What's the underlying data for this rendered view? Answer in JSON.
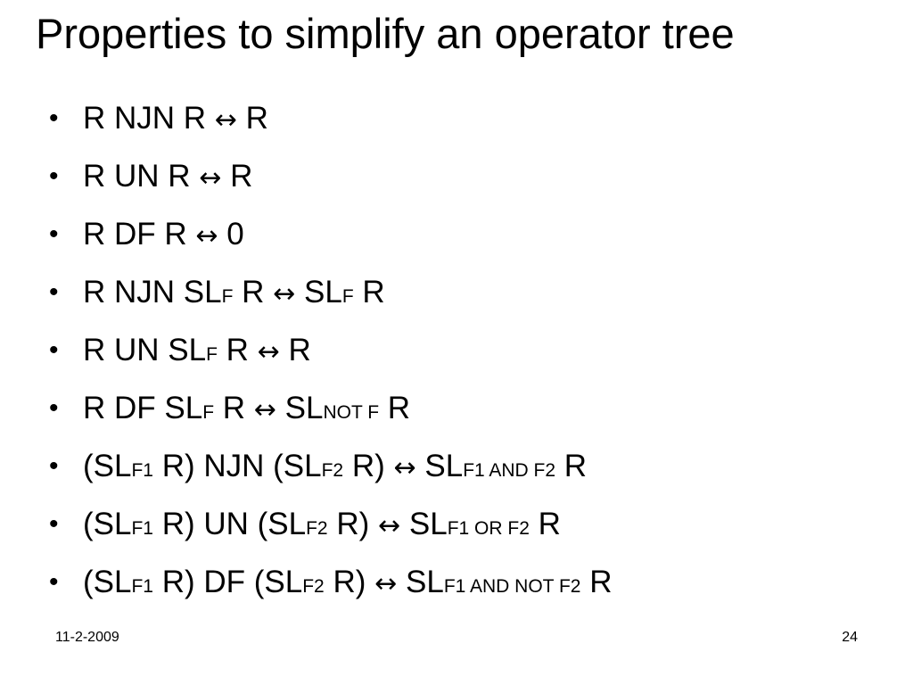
{
  "slide": {
    "title": "Properties to simplify an operator tree",
    "bullet_glyph": "•",
    "bullets": [
      [
        {
          "t": "R NJN R "
        },
        {
          "t": "↔",
          "k": "arrow"
        },
        {
          "t": " R"
        }
      ],
      [
        {
          "t": "R UN R "
        },
        {
          "t": "↔",
          "k": "arrow"
        },
        {
          "t": " R"
        }
      ],
      [
        {
          "t": "R DF R "
        },
        {
          "t": "↔",
          "k": "arrow"
        },
        {
          "t": " 0"
        }
      ],
      [
        {
          "t": "R NJN SL"
        },
        {
          "t": "F",
          "k": "sub"
        },
        {
          "t": " R "
        },
        {
          "t": "↔",
          "k": "arrow"
        },
        {
          "t": " SL"
        },
        {
          "t": "F",
          "k": "sub"
        },
        {
          "t": " R"
        }
      ],
      [
        {
          "t": "R UN SL"
        },
        {
          "t": "F",
          "k": "sub"
        },
        {
          "t": " R "
        },
        {
          "t": "↔",
          "k": "arrow"
        },
        {
          "t": " R"
        }
      ],
      [
        {
          "t": "R DF SL"
        },
        {
          "t": "F",
          "k": "sub"
        },
        {
          "t": " R "
        },
        {
          "t": "↔",
          "k": "arrow"
        },
        {
          "t": " SL"
        },
        {
          "t": "NOT F",
          "k": "sub"
        },
        {
          "t": " R"
        }
      ],
      [
        {
          "t": "(SL"
        },
        {
          "t": "F1",
          "k": "sub"
        },
        {
          "t": " R) NJN (SL"
        },
        {
          "t": "F2",
          "k": "sub"
        },
        {
          "t": " R) "
        },
        {
          "t": "↔",
          "k": "arrow"
        },
        {
          "t": " SL"
        },
        {
          "t": "F1 AND F2",
          "k": "sub"
        },
        {
          "t": " R"
        }
      ],
      [
        {
          "t": "(SL"
        },
        {
          "t": "F1",
          "k": "sub"
        },
        {
          "t": " R) UN (SL"
        },
        {
          "t": "F2",
          "k": "sub"
        },
        {
          "t": " R) "
        },
        {
          "t": "↔",
          "k": "arrow"
        },
        {
          "t": " SL"
        },
        {
          "t": "F1 OR F2",
          "k": "sub"
        },
        {
          "t": " R"
        }
      ],
      [
        {
          "t": "(SL"
        },
        {
          "t": "F1",
          "k": "sub"
        },
        {
          "t": " R) DF (SL"
        },
        {
          "t": "F2",
          "k": "sub"
        },
        {
          "t": " R) "
        },
        {
          "t": "↔",
          "k": "arrow"
        },
        {
          "t": " SL"
        },
        {
          "t": "F1 AND NOT F2",
          "k": "sub"
        },
        {
          "t": " R"
        }
      ]
    ],
    "footer": {
      "date": "11-2-2009",
      "page_number": "24"
    }
  }
}
